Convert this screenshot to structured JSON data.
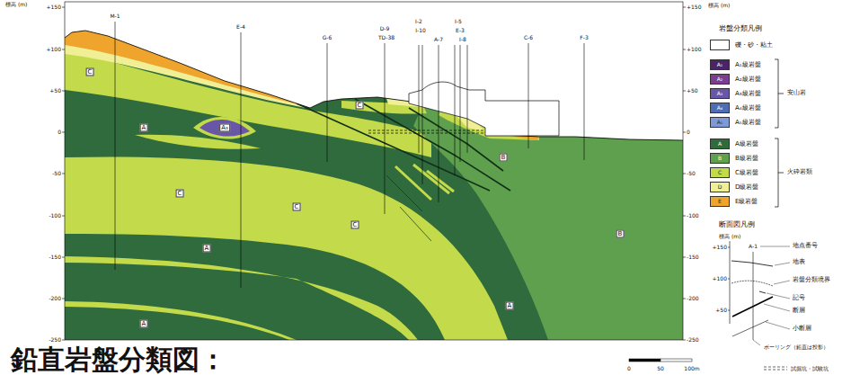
{
  "diagram": {
    "title": "鉛直岩盤分類図：",
    "labels": [
      "標高 (m)",
      "+150",
      "+100",
      "+50",
      "0",
      "-50",
      "-100",
      "-150",
      "-200",
      "-250",
      "標高 (m)",
      "+150",
      "+100",
      "+50",
      "0",
      "-50",
      "-100",
      "-150",
      "-200",
      "-250",
      "M-1",
      "E-4",
      "G-6",
      "D-9",
      "TD-38",
      "I-2",
      "I-10",
      "A-7",
      "I-5",
      "E-3",
      "I-8",
      "C-6",
      "F-3",
      "C",
      "A",
      "A₃",
      "C",
      "A",
      "C",
      "A",
      "B",
      "A",
      "C",
      "B",
      "C",
      "岩盤分類凡例",
      "安山岩",
      "火砕岩類",
      "A₁",
      "A₂",
      "A₃",
      "A₄",
      "A₅",
      "A",
      "B",
      "C",
      "D",
      "E",
      "断面図凡例",
      "標高 (m)",
      "+150",
      "+100",
      "+50",
      "A-1",
      "地点番号",
      "地表",
      "岩盤分類境界",
      "記号",
      "断層",
      "小断層",
      "ボーリング（鉛直は投影）",
      "0",
      "50",
      "100m",
      "試掘坑・試験坑"
    ],
    "legend": [
      {
        "text": "礫・砂・粘土",
        "color": "#ffffff"
      },
      {
        "text": "A₁級岩盤",
        "color": "#4b2466"
      },
      {
        "text": "A₂級岩盤",
        "color": "#7a3f8e"
      },
      {
        "text": "A₃級岩盤",
        "color": "#6a56a6"
      },
      {
        "text": "A₄級岩盤",
        "color": "#4f6db5"
      },
      {
        "text": "A₅級岩盤",
        "color": "#7d9ad6"
      },
      {
        "text": "A級岩盤",
        "color": "#2f6b3c"
      },
      {
        "text": "B級岩盤",
        "color": "#5ea04e"
      },
      {
        "text": "C級岩盤",
        "color": "#c3da4a"
      },
      {
        "text": "D級岩盤",
        "color": "#f0ef96"
      },
      {
        "text": "E級岩盤",
        "color": "#efa52d"
      }
    ]
  }
}
